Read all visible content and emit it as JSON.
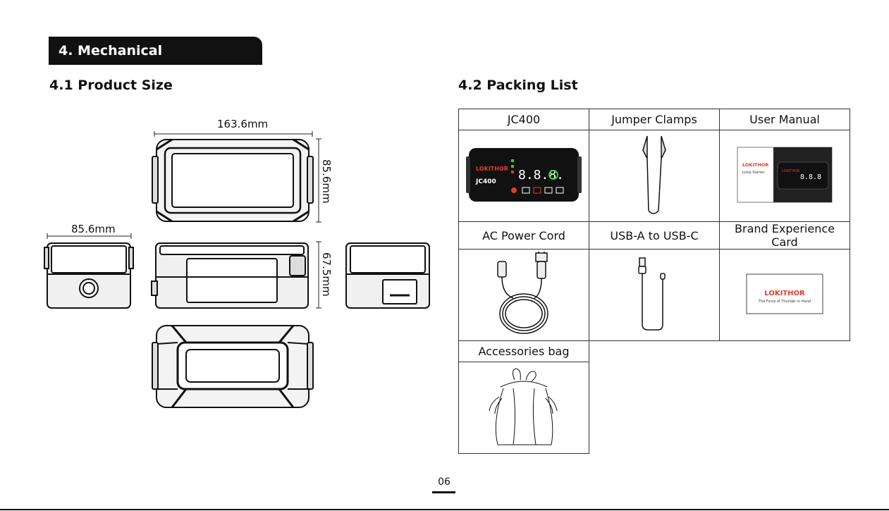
{
  "header": {
    "section_title": "4. Mechanical Characteristic"
  },
  "product_size": {
    "heading": "4.1 Product Size",
    "length": "163.6mm",
    "width_top": "85.6mm",
    "width_side": "85.6mm",
    "height": "67.5mm"
  },
  "packing_list": {
    "heading": "4.2 Packing List",
    "items": [
      {
        "label": "JC400",
        "icon": "jump-starter-icon"
      },
      {
        "label": "Jumper Clamps",
        "icon": "jumper-clamps-icon"
      },
      {
        "label": "User Manual",
        "icon": "user-manual-icon"
      },
      {
        "label": "AC Power Cord",
        "icon": "power-cord-icon"
      },
      {
        "label": "USB-A to USB-C",
        "icon": "usb-cable-icon"
      },
      {
        "label": "Brand Experience Card",
        "icon": "brand-card-icon"
      },
      {
        "label": "Accessories bag",
        "icon": "drawstring-bag-icon"
      }
    ],
    "brand": {
      "logo": "LOKITHOR",
      "tagline": "The Force of Thunder in Hand",
      "model": "JC400",
      "manual_line": "Jump Starter"
    }
  },
  "footer": {
    "page_number": "06"
  }
}
